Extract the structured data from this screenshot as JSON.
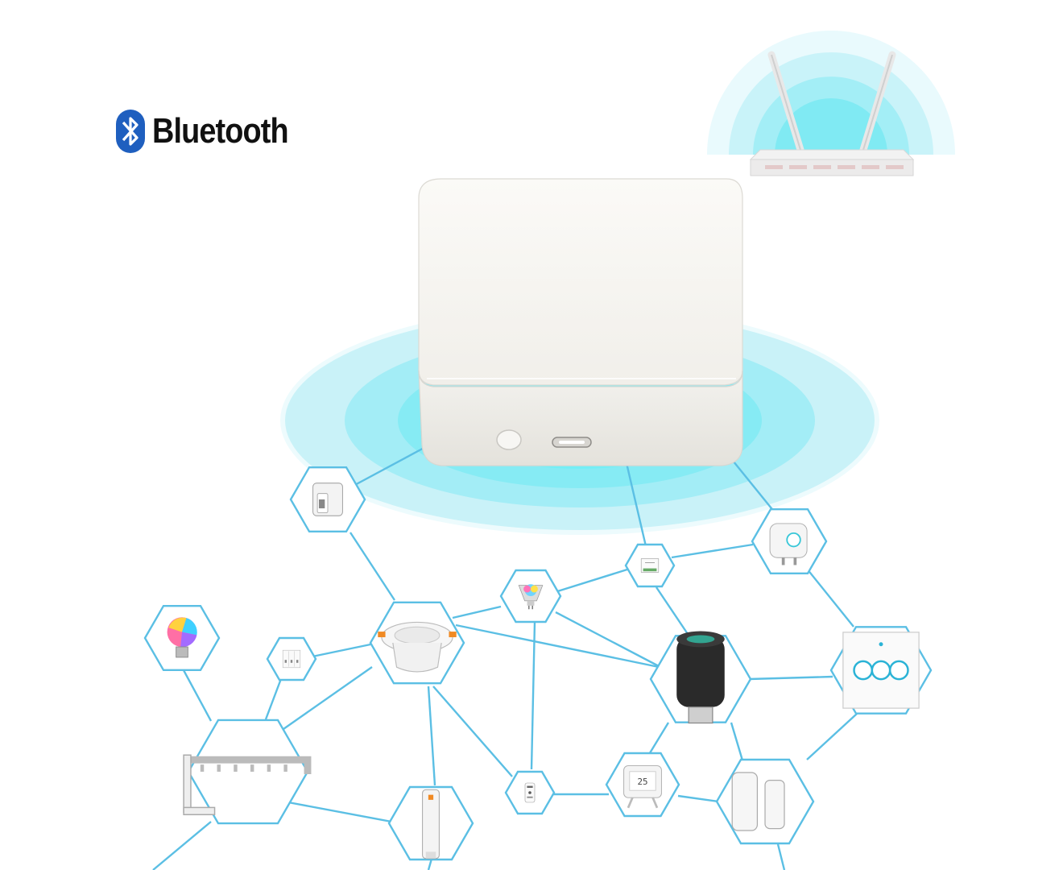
{
  "brand": {
    "label": "Bluetooth",
    "icon": "bluetooth-icon",
    "color": "#1f5fbf"
  },
  "colors": {
    "link": "#5bbfe4",
    "signal": "#7fe7f2",
    "hub": "#f6f5f2"
  },
  "devices": [
    {
      "id": "switch-bot",
      "icon": "switch-bot-icon"
    },
    {
      "id": "smart-bulb",
      "icon": "rgb-bulb-icon"
    },
    {
      "id": "wall-switch-small",
      "icon": "wall-switch-icon"
    },
    {
      "id": "downlight",
      "icon": "downlight-icon"
    },
    {
      "id": "gu10-bulb",
      "icon": "gu10-bulb-icon"
    },
    {
      "id": "relay-module",
      "icon": "relay-module-icon"
    },
    {
      "id": "smart-plug",
      "icon": "smart-plug-icon"
    },
    {
      "id": "radiator-valve",
      "icon": "radiator-valve-icon"
    },
    {
      "id": "touch-switch",
      "icon": "touch-switch-icon"
    },
    {
      "id": "curtain-rail",
      "icon": "curtain-rail-icon"
    },
    {
      "id": "curtain-motor",
      "icon": "curtain-motor-icon"
    },
    {
      "id": "remote-control",
      "icon": "remote-control-icon"
    },
    {
      "id": "thermo-hygrometer",
      "icon": "thermometer-icon"
    },
    {
      "id": "door-sensor",
      "icon": "door-sensor-icon"
    }
  ]
}
